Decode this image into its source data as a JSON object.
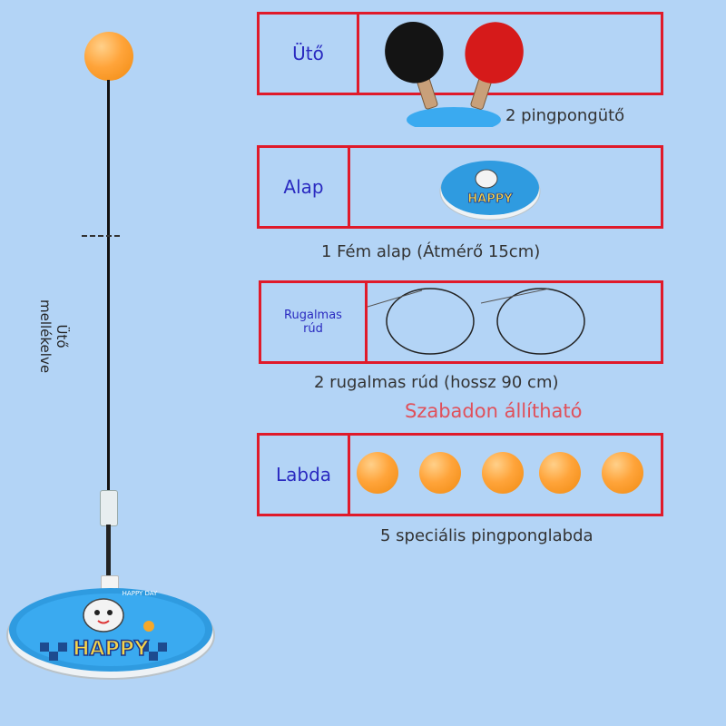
{
  "sections": {
    "uto": {
      "label": "Ütő",
      "caption": "2 pingpongütő"
    },
    "alap": {
      "label": "Alap",
      "caption": "1 Fém alap (Átmérő 15cm)"
    },
    "rud": {
      "label_line1": "Rugalmas",
      "label_line2": "rúd",
      "caption": "2 rugalmas rúd (hossz 90 cm)"
    },
    "adjustable": "Szabadon állítható",
    "labda": {
      "label": "Labda",
      "caption": "5 speciális pingponglabda"
    }
  },
  "left_product": {
    "side_label_line1": "Ütő",
    "side_label_line2": "mellékelve",
    "base_text": "HAPPY",
    "base_badge": "HAPPY DAY"
  },
  "thumb_base_text": "HAPPY"
}
